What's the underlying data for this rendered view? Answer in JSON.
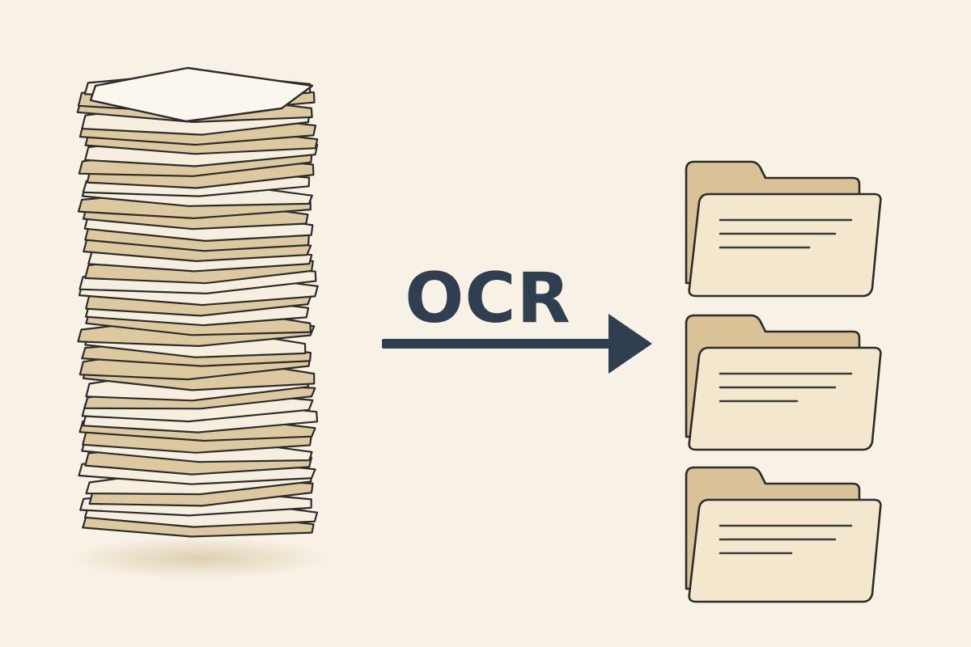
{
  "diagram": {
    "label": "OCR",
    "colors": {
      "background": "#f8f1e5",
      "ink": "#2c2c2c",
      "arrow": "#2f3f4f",
      "paper_light": "#f6efe0",
      "paper_tan": "#ddc9a0",
      "folder_back": "#d9c296",
      "folder_front": "#f3e7cd",
      "folder_lines": "#3a3a3a"
    },
    "source": {
      "icon": "paper-stack-icon",
      "sheet_count": 42
    },
    "destination": {
      "icon": "folder-icon",
      "folder_count": 3,
      "lines_per_folder": [
        3,
        3,
        3
      ]
    }
  }
}
